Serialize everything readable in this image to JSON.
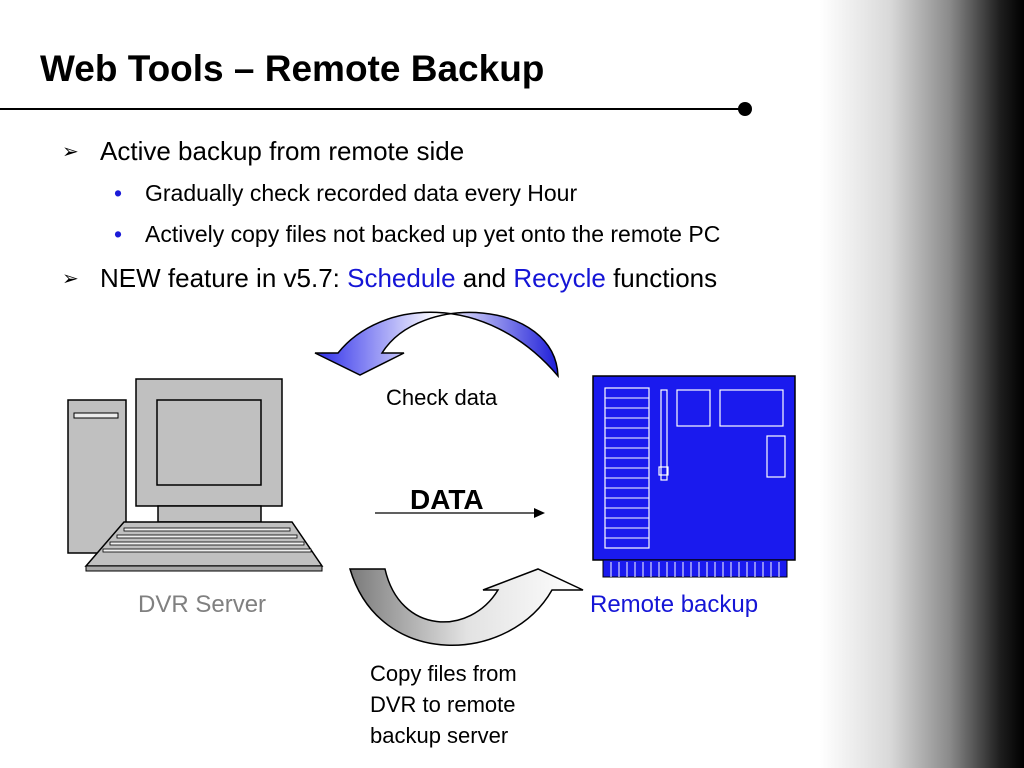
{
  "slide": {
    "title": "Web Tools – Remote Backup",
    "bullets": [
      {
        "text": "Active backup from remote side"
      },
      {
        "text": "Gradually check recorded data every Hour"
      },
      {
        "text": "Actively copy files not backed up yet onto the remote PC"
      },
      {
        "prefix": "NEW feature in v5.7: ",
        "highlight1": "Schedule",
        "middle": " and ",
        "highlight2": "Recycle",
        "suffix": " functions"
      }
    ]
  },
  "diagram": {
    "check_data_label": "Check data",
    "data_label": "DATA",
    "dvr_server_label": "DVR Server",
    "remote_backup_label": "Remote backup",
    "copy_files_label": [
      "Copy files from",
      "DVR to remote",
      "backup server"
    ]
  },
  "colors": {
    "accent_blue": "#1515d6",
    "board_blue": "#1a1aee",
    "label_gray": "#808080"
  },
  "icons": {
    "dvr_server": "desktop-computer-icon",
    "remote_backup": "circuit-board-icon"
  }
}
